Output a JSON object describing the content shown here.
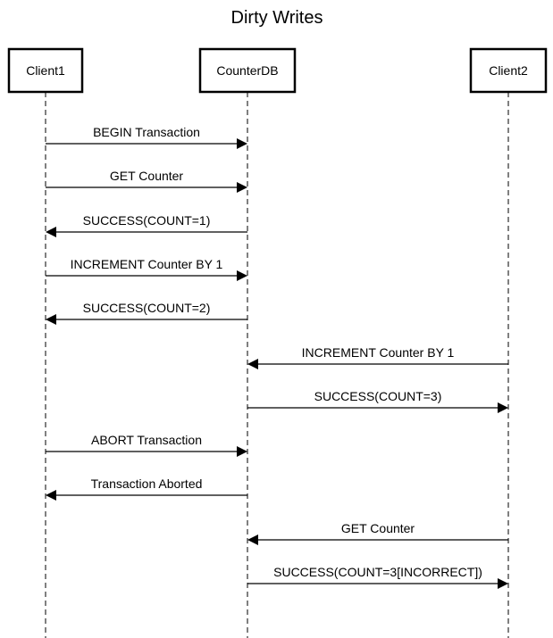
{
  "title": "Dirty Writes",
  "participants": [
    {
      "id": "client1",
      "label": "Client1"
    },
    {
      "id": "counterdb",
      "label": "CounterDB"
    },
    {
      "id": "client2",
      "label": "Client2"
    }
  ],
  "messages": [
    {
      "from": "client1",
      "to": "counterdb",
      "label": "BEGIN Transaction"
    },
    {
      "from": "client1",
      "to": "counterdb",
      "label": "GET Counter"
    },
    {
      "from": "counterdb",
      "to": "client1",
      "label": "SUCCESS(COUNT=1)"
    },
    {
      "from": "client1",
      "to": "counterdb",
      "label": "INCREMENT Counter BY 1"
    },
    {
      "from": "counterdb",
      "to": "client1",
      "label": "SUCCESS(COUNT=2)"
    },
    {
      "from": "client2",
      "to": "counterdb",
      "label": "INCREMENT Counter BY 1"
    },
    {
      "from": "counterdb",
      "to": "client2",
      "label": "SUCCESS(COUNT=3)"
    },
    {
      "from": "client1",
      "to": "counterdb",
      "label": "ABORT Transaction"
    },
    {
      "from": "counterdb",
      "to": "client1",
      "label": "Transaction Aborted"
    },
    {
      "from": "client2",
      "to": "counterdb",
      "label": "GET Counter"
    },
    {
      "from": "counterdb",
      "to": "client2",
      "label": "SUCCESS(COUNT=3[INCORRECT])"
    }
  ],
  "colors": {
    "line": "#000000",
    "box_fill": "#ffffff",
    "background": "#ffffff"
  }
}
